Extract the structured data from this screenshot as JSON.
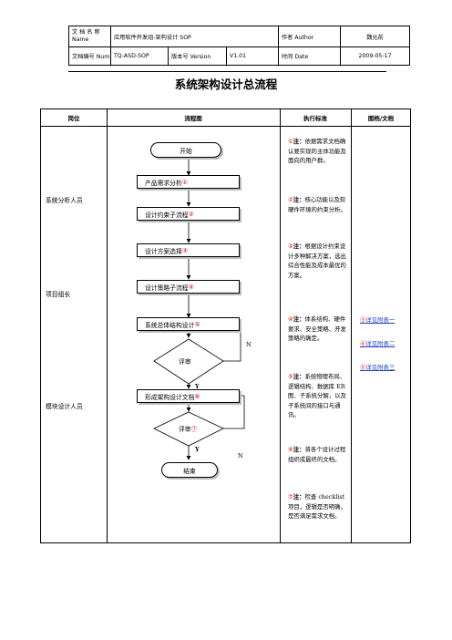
{
  "header": {
    "doc_name_label": "文 档 名 称\nName",
    "doc_name": "应用软件开发组-架构设计 SOP",
    "author_label": "作者 Author",
    "author": "魏允前",
    "doc_num_label": "文档编号 Num",
    "doc_num": "TQ-ASD-SOP",
    "version_label": "版本号 Version",
    "version": "V1.01",
    "date_label": "时间 Date",
    "date": "2009-05-17"
  },
  "title": "系统架构设计总流程",
  "table": {
    "col_role": "岗位",
    "col_flow": "流程图",
    "col_std": "执行标准",
    "col_doc": "图档/文档"
  },
  "roles": [
    "系统分析人员",
    "项目组长",
    "模块设计人员"
  ],
  "flow": {
    "start": "开始",
    "step1": "产品需求分析",
    "step1_num": "①",
    "step2": "设计约束子流程",
    "step2_num": "②",
    "step3": "设计方案选择",
    "step3_num": "③",
    "step4": "设计策略子流程",
    "step4_num": "④",
    "step5": "系统总体结构设计",
    "step5_num": "⑤",
    "review1": "评审",
    "step6": "形成架构设计文档",
    "step6_num": "⑥",
    "review2": "评审",
    "review2_num": "⑦",
    "end": "结束",
    "yes": "Y",
    "no": "N"
  },
  "standards": [
    {
      "num": "①",
      "label": "注：",
      "text": "依据需求文档确认要实现的主体功能及面向的用户群。"
    },
    {
      "num": "②",
      "label": "注：",
      "text": "核心功能以及软硬件环境的约束分析。"
    },
    {
      "num": "③",
      "label": "注：",
      "text": "根据设计约束设计多种解决方案，选出综合性能及成本最优的方案。"
    },
    {
      "num": "④",
      "label": "注：",
      "text": "体系结构、硬件要求、安全策略、开发策略的确定。"
    },
    {
      "num": "⑤",
      "label": "注：",
      "text": "系统物理布局、逻辑结构、数据库 ER 图、子系统分解，以及子系统间的接口与通讯。"
    },
    {
      "num": "⑥",
      "label": "注：",
      "text": "将各个设计过程组织成最终的文档。"
    },
    {
      "num": "⑦",
      "label": "注：",
      "text": "检查 checklist 项目，逻辑是否明确，是否满足需求文档。"
    }
  ],
  "refs": [
    {
      "num": "③",
      "text": "详见附表一"
    },
    {
      "num": "④",
      "text": "详见附表二"
    },
    {
      "num": "⑤",
      "text": "详见附表三"
    }
  ]
}
